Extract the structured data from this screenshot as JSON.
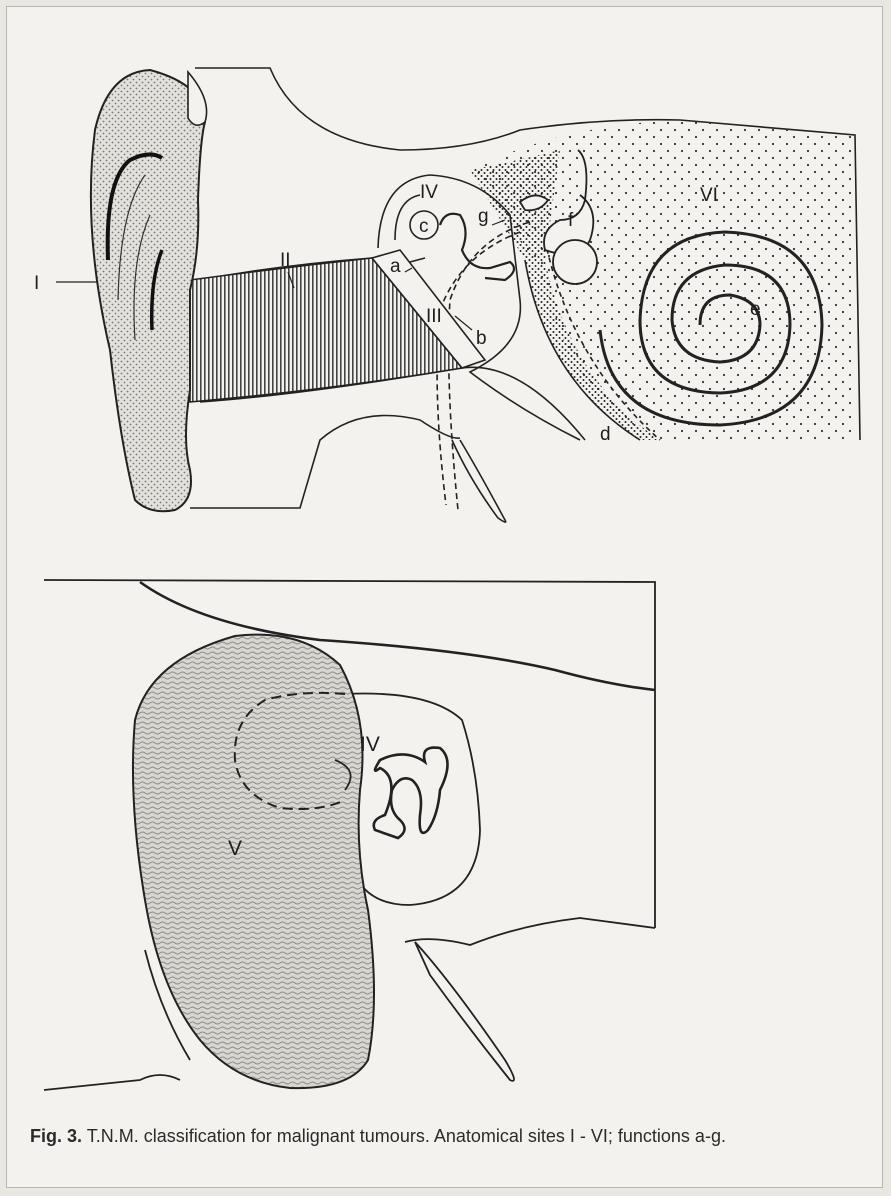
{
  "figure": {
    "upper_labels": {
      "I": "I",
      "II": "II",
      "III": "III",
      "IV": "IV",
      "VI": "VI",
      "a": "a",
      "b": "b",
      "c": "c",
      "d": "d",
      "e": "e",
      "f": "f",
      "g": "g"
    },
    "lower_labels": {
      "IV": "IV",
      "V": "V"
    },
    "caption": {
      "number": "Fig. 3.",
      "text": "T.N.M. classification for malignant tumours. Anatomical sites I - VI; functions a-g."
    }
  }
}
